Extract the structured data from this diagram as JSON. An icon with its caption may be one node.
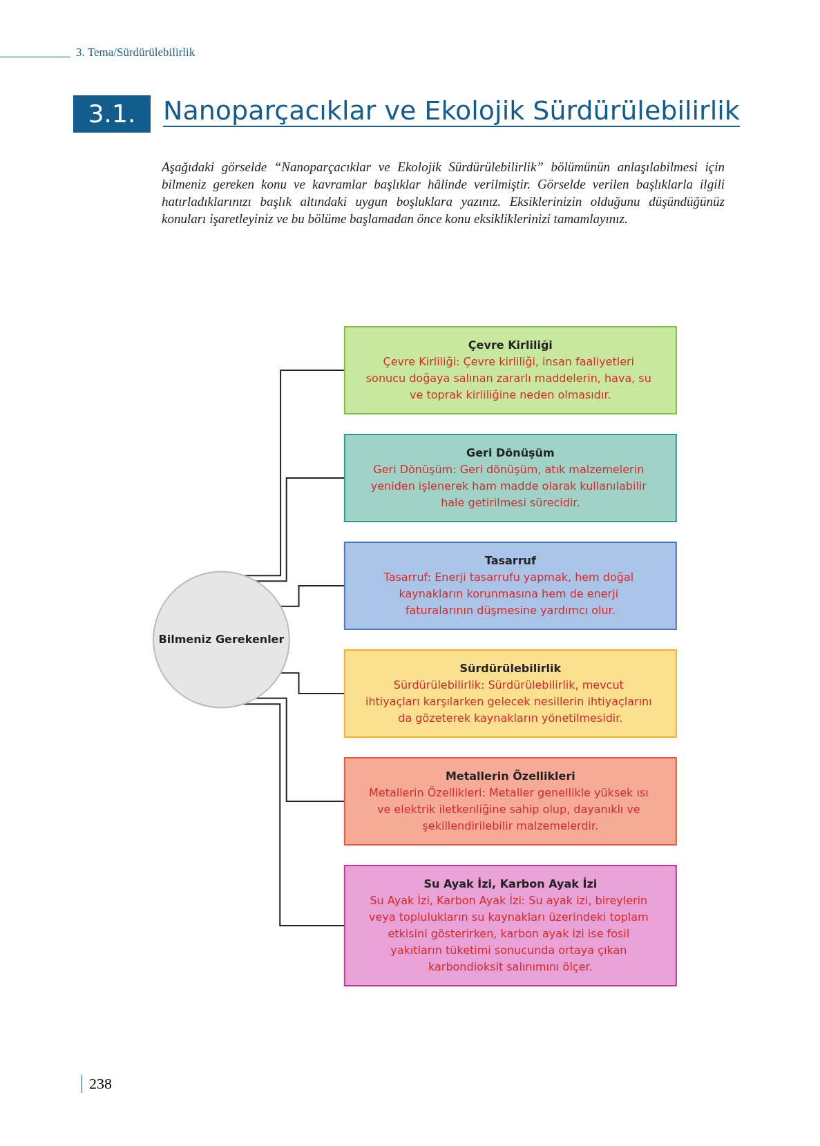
{
  "diagram": {
    "title": "Nanoparçacıklar ve Ekolojik Sürdürülebilirlik",
    "nodes": [
      {
        "text": [
          "Bilmeniz Gerekenler"
        ]
      },
      {
        "text": [
          "Çevre Kirliliği",
          "Çevre Kirliliği: Çevre kirliliği, insan faaliyetleri sonucu doğaya salınan zararlı maddelerin, hava, su ve toprak kirliliğine neden olmasıdır."
        ]
      },
      {
        "text": [
          "Geri Dönüşüm",
          "Geri Dönüşüm: Geri dönüşüm, atık malzemelerin yeniden işlenerek ham madde olarak kullanılabilir hale getirilmesi sürecidir."
        ]
      },
      {
        "text": [
          "Tasarruf",
          "Tasarruf: Enerji tasarrufu yapmak, hem doğal kaynakların korunmasına hem de enerji faturalarının düşmesine yardımcı olur."
        ]
      },
      {
        "text": [
          "Sürdürülebilirlik",
          "Sürdürülebilirlik: Sürdürülebilirlik, mevcut ihtiyaçları karşılarken gelecek nesillerin ihtiyaçlarını da gözeterek kaynakların yönetilmesidir."
        ]
      },
      {
        "text": [
          "Metallerin Özellikleri",
          "Metallerin Özellikleri: Metaller genellikle yüksek ısı ve elektrik iletkenliğine sahip olup, dayanıklı ve şekillendirilebilir malzemelerdir."
        ]
      },
      {
        "text": [
          "Su Ayak İzi, Karbon Ayak İzi",
          "Su Ayak İzi, Karbon Ayak İzi: Su ayak izi, bireylerin veya toplulukların su kaynakları üzerindeki toplam etkisini gösterirken, karbon ayak izi ise fosil yakıtların tüketimi sonucunda ortaya çıkan karbondioksit salınımını ölçer."
        ]
      }
    ],
    "edges": [
      {
        "from": 0,
        "to": 1,
        "arrow": "none"
      },
      {
        "from": 0,
        "to": 2,
        "arrow": "none"
      },
      {
        "from": 0,
        "to": 3,
        "arrow": "none"
      },
      {
        "from": 0,
        "to": 4,
        "arrow": "none"
      },
      {
        "from": 0,
        "to": 5,
        "arrow": "none"
      },
      {
        "from": 0,
        "to": 6,
        "arrow": "none"
      }
    ],
    "labels": [
      "3. Tema/Sürdürülebilirlik",
      "3.1.",
      "Aşağıdaki görselde “Nanoparçacıklar ve Ekolojik Sürdürülebilirlik” bölümünün anlaşılabilmesi için bilmeniz gereken konu ve kavramlar başlıklar hâlinde verilmiştir. Görselde verilen başlıklarla ilgili hatırladıklarınızı başlık altındaki uygun boşluklara yazınız. Eksiklerinizin olduğunu düşündüğünüz konuları işaretleyiniz ve bu bölüme başlamadan önce konu eksikliklerinizi tamamlayınız.",
      "238"
    ]
  }
}
